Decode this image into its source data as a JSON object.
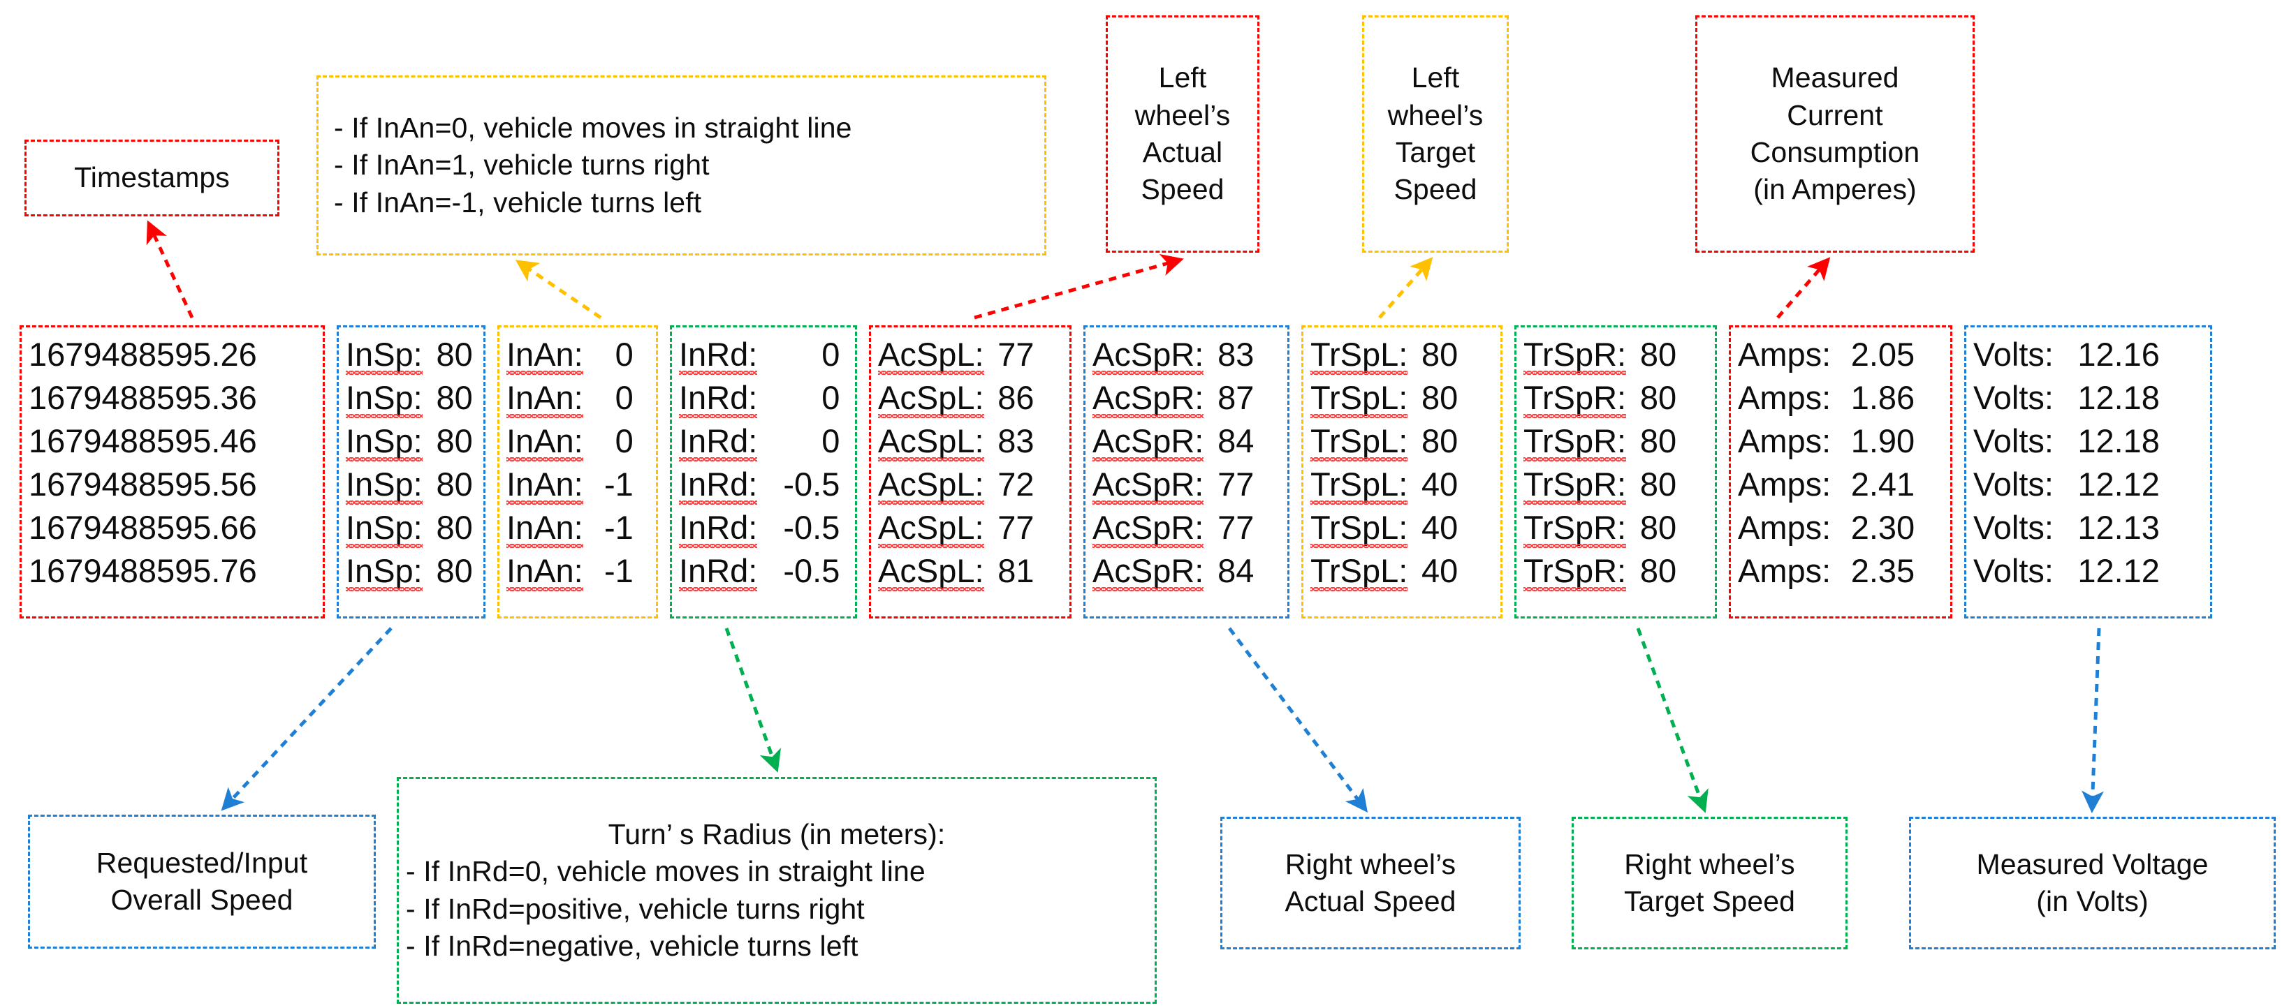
{
  "diagram": {
    "title": "Robot telemetry log field annotation",
    "colors": {
      "red": "#ff0000",
      "blue": "#1f7fd4",
      "yellow": "#ffc000",
      "green": "#00b050",
      "text": "#0d0d0d",
      "spellcheck_underline": "#ff2d2d",
      "background": "#ffffff"
    }
  },
  "callouts": {
    "timestamps": {
      "lines": [
        "Timestamps"
      ],
      "color": "red"
    },
    "input_angle_rules": {
      "lines": [
        "- If InAn=0, vehicle moves in straight line",
        "- If InAn=1, vehicle turns right",
        "- If InAn=-1, vehicle turns left"
      ],
      "color": "yellow"
    },
    "left_actual_speed": {
      "lines": [
        "Left",
        "wheel’s",
        "Actual",
        "Speed"
      ],
      "color": "red"
    },
    "left_target_speed": {
      "lines": [
        "Left",
        "wheel’s",
        "Target",
        "Speed"
      ],
      "color": "yellow"
    },
    "measured_current": {
      "lines": [
        "Measured",
        "Current",
        "Consumption",
        "(in Amperes)"
      ],
      "color": "red"
    },
    "input_overall_speed": {
      "lines": [
        "Requested/Input",
        "Overall Speed"
      ],
      "color": "blue"
    },
    "turn_radius_rules": {
      "lines": [
        "Turn’ s Radius (in meters):",
        "- If InRd=0, vehicle moves in straight line",
        "- If InRd=positive, vehicle turns right",
        "- If InRd=negative, vehicle turns left"
      ],
      "color": "green"
    },
    "right_actual_speed": {
      "lines": [
        "Right wheel’s",
        "Actual Speed"
      ],
      "color": "blue"
    },
    "right_target_speed": {
      "lines": [
        "Right wheel’s",
        "Target Speed"
      ],
      "color": "green"
    },
    "measured_voltage": {
      "lines": [
        "Measured Voltage",
        "(in Volts)"
      ],
      "color": "blue"
    }
  },
  "log_table": {
    "columns": [
      {
        "key": "timestamp",
        "label": "",
        "color": "red",
        "spellcheck": false,
        "align": "left"
      },
      {
        "key": "insp",
        "label": "InSp:",
        "color": "blue",
        "spellcheck": true,
        "align": "right"
      },
      {
        "key": "inan",
        "label": "InAn:",
        "color": "yellow",
        "spellcheck": true,
        "align": "right"
      },
      {
        "key": "inrd",
        "label": "InRd:",
        "color": "green",
        "spellcheck": true,
        "align": "right"
      },
      {
        "key": "acspl",
        "label": "AcSpL:",
        "color": "red",
        "spellcheck": true,
        "align": "right"
      },
      {
        "key": "acspr",
        "label": "AcSpR:",
        "color": "blue",
        "spellcheck": true,
        "align": "right"
      },
      {
        "key": "trspl",
        "label": "TrSpL:",
        "color": "yellow",
        "spellcheck": true,
        "align": "right"
      },
      {
        "key": "trspr",
        "label": "TrSpR:",
        "color": "green",
        "spellcheck": true,
        "align": "right"
      },
      {
        "key": "amps",
        "label": "Amps:",
        "color": "red",
        "spellcheck": false,
        "align": "right"
      },
      {
        "key": "volts",
        "label": "Volts:",
        "color": "blue",
        "spellcheck": false,
        "align": "right"
      }
    ],
    "rows": [
      {
        "timestamp": "1679488595.26",
        "insp": "80",
        "inan": "0",
        "inrd": "0",
        "acspl": "77",
        "acspr": "83",
        "trspl": "80",
        "trspr": "80",
        "amps": "2.05",
        "volts": "12.16"
      },
      {
        "timestamp": "1679488595.36",
        "insp": "80",
        "inan": "0",
        "inrd": "0",
        "acspl": "86",
        "acspr": "87",
        "trspl": "80",
        "trspr": "80",
        "amps": "1.86",
        "volts": "12.18"
      },
      {
        "timestamp": "1679488595.46",
        "insp": "80",
        "inan": "0",
        "inrd": "0",
        "acspl": "83",
        "acspr": "84",
        "trspl": "80",
        "trspr": "80",
        "amps": "1.90",
        "volts": "12.18"
      },
      {
        "timestamp": "1679488595.56",
        "insp": "80",
        "inan": "-1",
        "inrd": "-0.5",
        "acspl": "72",
        "acspr": "77",
        "trspl": "40",
        "trspr": "80",
        "amps": "2.41",
        "volts": "12.12"
      },
      {
        "timestamp": "1679488595.66",
        "insp": "80",
        "inan": "-1",
        "inrd": "-0.5",
        "acspl": "77",
        "acspr": "77",
        "trspl": "40",
        "trspr": "80",
        "amps": "2.30",
        "volts": "12.13"
      },
      {
        "timestamp": "1679488595.76",
        "insp": "80",
        "inan": "-1",
        "inrd": "-0.5",
        "acspl": "81",
        "acspr": "84",
        "trspl": "40",
        "trspr": "80",
        "amps": "2.35",
        "volts": "12.12"
      }
    ]
  }
}
